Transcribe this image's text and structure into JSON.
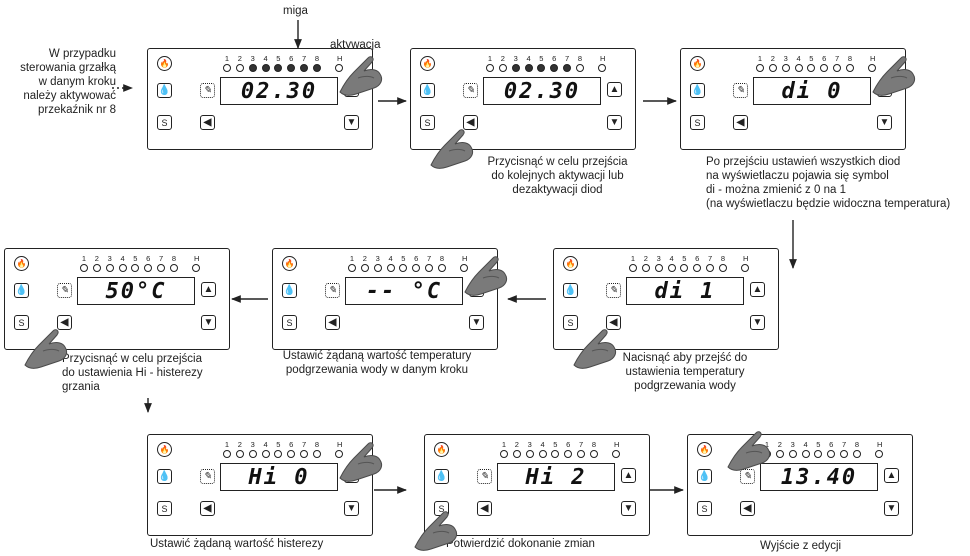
{
  "labels": {
    "miga": "miga",
    "aktywacja": "aktywacja",
    "intro": [
      "W przypadku",
      "sterowania grzałką",
      "w danym kroku",
      "należy aktywować",
      "przekaźnik nr 8"
    ],
    "step2": [
      "Przycisnąć w celu przejścia",
      "do kolejnych aktywacji lub",
      "dezaktywacji diod"
    ],
    "step3": [
      "Po przejściu ustawień wszystkich diod",
      "na wyświetlaczu pojawia się symbol",
      "di - można zmienić z 0 na 1",
      "(na wyświetlaczu będzie widoczna temperatura)"
    ],
    "step4": [
      "Nacisnąć aby przejść do",
      "ustawienia temperatury",
      "podgrzewania wody"
    ],
    "step5": [
      "Ustawić żądaną wartość temperatury",
      "podgrzewania wody w danym kroku"
    ],
    "step6": [
      "Przycisnąć w celu przejścia",
      "do ustawienia Hi - histerezy",
      "grzania"
    ],
    "step7": [
      "Ustawić żądaną wartość histerezy"
    ],
    "step8": [
      "Potwierdzić dokonanie zmian"
    ],
    "step9": [
      "Wyjście z edycji"
    ]
  },
  "panel_common": {
    "led_numbers": [
      "1",
      "2",
      "3",
      "4",
      "5",
      "6",
      "7",
      "8"
    ],
    "h_label": "H",
    "s_button": "S",
    "left_glyph": "◀",
    "up_glyph": "▲",
    "down_glyph": "▼",
    "drop_glyph": "💧",
    "pen_glyph": "✎",
    "flame_glyph": "🔥"
  },
  "panels": [
    {
      "display": "02.30",
      "leds_on": [
        3,
        4,
        5,
        6,
        7,
        8
      ],
      "hand": "up-button"
    },
    {
      "display": "02.30",
      "leds_on": [
        3,
        4,
        5,
        6,
        7
      ],
      "hand": "left-button"
    },
    {
      "display": "di  0",
      "leds_on": [],
      "hand": "up-button"
    },
    {
      "display": "di  1",
      "leds_on": [],
      "hand": "left-button"
    },
    {
      "display": "-- °C",
      "leds_on": [],
      "hand": "up-button"
    },
    {
      "display": "50°C",
      "leds_on": [],
      "hand": "left-button"
    },
    {
      "display": "Hi  0",
      "leds_on": [],
      "hand": "up-button"
    },
    {
      "display": "Hi  2",
      "leds_on": [],
      "hand": "s-button"
    },
    {
      "display": "13.40",
      "leds_on": [],
      "hand": "pen-button"
    }
  ]
}
